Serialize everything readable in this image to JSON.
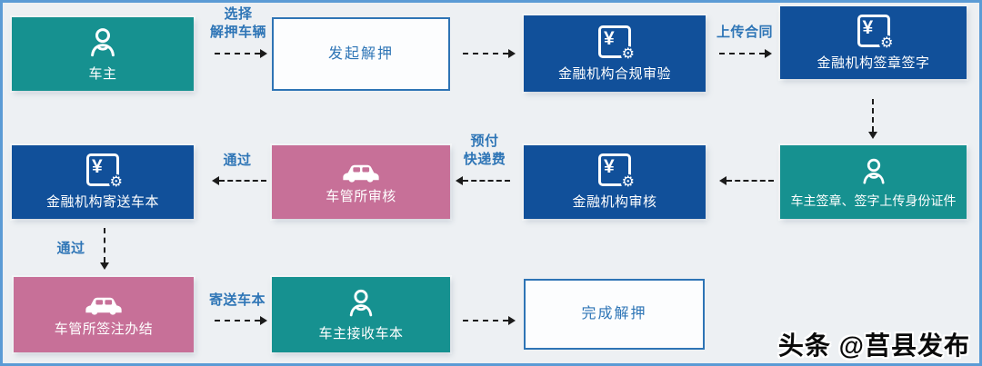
{
  "colors": {
    "bg": "#EDF0F3",
    "frame": "#5B9BD5",
    "teal": "#169190",
    "blue": "#11509A",
    "pink": "#C77098",
    "label_blue": "#2E75B6",
    "outline_border": "#2E74B5",
    "arrow": "#1B1B1B"
  },
  "nodes": [
    {
      "id": "owner",
      "label": "车主",
      "icon": "person-icon",
      "variant": "teal"
    },
    {
      "id": "initiate",
      "label": "发起解押",
      "icon": null,
      "variant": "outline"
    },
    {
      "id": "compliance",
      "label": "金融机构合规审验",
      "icon": "finance-icon",
      "variant": "blue"
    },
    {
      "id": "sign",
      "label": "金融机构签章签字",
      "icon": "finance-icon",
      "variant": "blue"
    },
    {
      "id": "owner_sign",
      "label": "车主签章、签字上传身份证件",
      "icon": "person-icon",
      "variant": "teal"
    },
    {
      "id": "fin_review",
      "label": "金融机构审核",
      "icon": "finance-icon",
      "variant": "blue"
    },
    {
      "id": "dmv_review",
      "label": "车管所审核",
      "icon": "car-icon",
      "variant": "pink"
    },
    {
      "id": "fin_mail",
      "label": "金融机构寄送车本",
      "icon": "finance-icon",
      "variant": "blue"
    },
    {
      "id": "dmv_final",
      "label": "车管所签注办结",
      "icon": "car-icon",
      "variant": "pink"
    },
    {
      "id": "owner_receive",
      "label": "车主接收车本",
      "icon": "person-icon",
      "variant": "teal"
    },
    {
      "id": "complete",
      "label": "完成解押",
      "icon": null,
      "variant": "outline"
    }
  ],
  "edge_labels": {
    "select_vehicle": "选择\n解押车辆",
    "upload_contract": "上传合同",
    "pass_dmv": "通过",
    "prepay_courier": "预付\n快递费",
    "pass_fin": "通过",
    "mail_cert": "寄送车本"
  },
  "watermark": "头条 @莒县发布",
  "icon_glyphs": {
    "yen": "¥",
    "gear": "⚙"
  }
}
